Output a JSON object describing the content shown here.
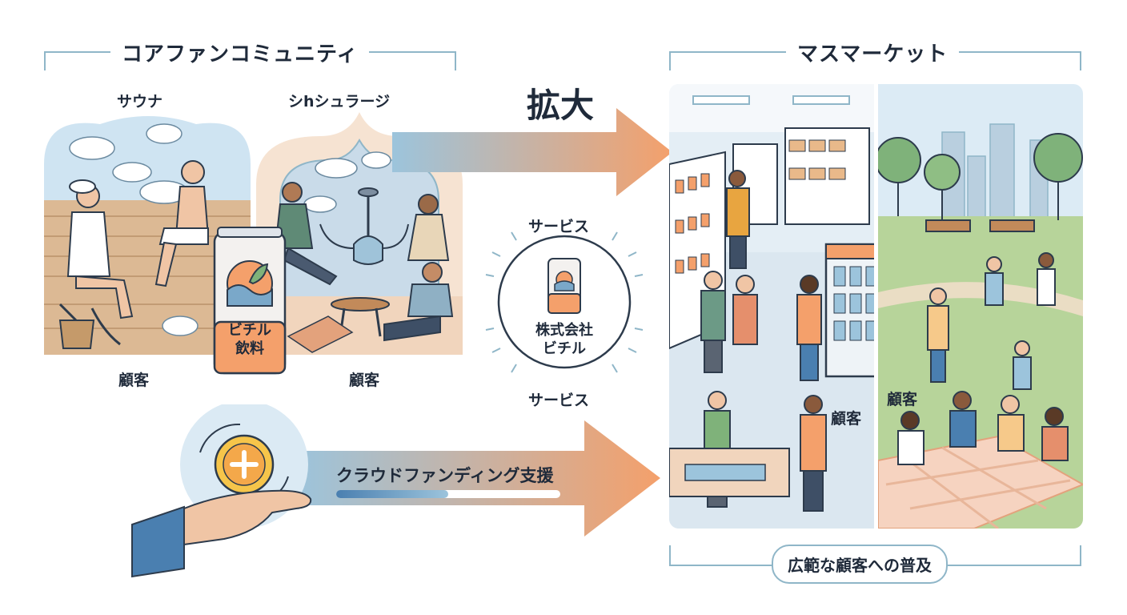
{
  "core": {
    "title": "コアファンコミュニティ",
    "sauna_label": "サウナ",
    "shisha_label": "シhシュラージ",
    "customer_left": "顧客",
    "customer_right": "顧客"
  },
  "can": {
    "line1": "ビチル",
    "line2": "飲料"
  },
  "expansion": {
    "label": "拡大"
  },
  "company": {
    "service_top": "サービス",
    "name_line1": "株式会社",
    "name_line2": "ビチル",
    "service_bottom": "サービス"
  },
  "funding": {
    "label": "クラウドファンディング支援",
    "progress": 0.5
  },
  "mass": {
    "title": "マスマーケット",
    "customer_store": "顧客",
    "customer_park": "顧客",
    "spread_label": "広範な顧客への普及"
  },
  "colors": {
    "accent_orange": "#f4a06b",
    "accent_blue": "#9cc4dc",
    "line": "#8fb6c8",
    "text": "#1f2a3a"
  }
}
